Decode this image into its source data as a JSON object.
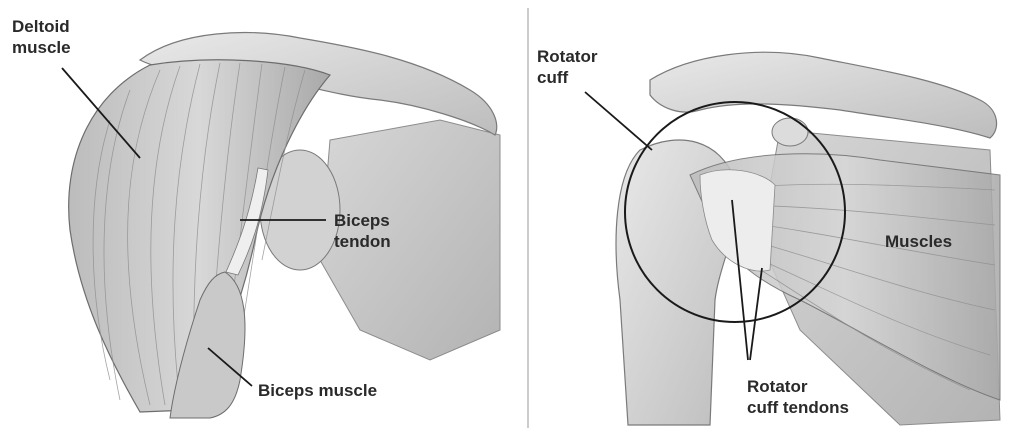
{
  "left_panel": {
    "labels": {
      "deltoid": [
        "Deltoid",
        "muscle"
      ],
      "biceps_tendon": [
        "Biceps",
        "tendon"
      ],
      "biceps_muscle": [
        "Biceps muscle"
      ]
    }
  },
  "right_panel": {
    "labels": {
      "rotator_cuff": [
        "Rotator",
        "cuff"
      ],
      "muscles": [
        "Muscles"
      ],
      "rotator_cuff_tendons": [
        "Rotator",
        "cuff tendons"
      ]
    }
  },
  "colors": {
    "background": "#ffffff",
    "label_text": "#2a2a2a",
    "leader_line": "#1a1a1a",
    "divider": "#9a9a9a"
  }
}
